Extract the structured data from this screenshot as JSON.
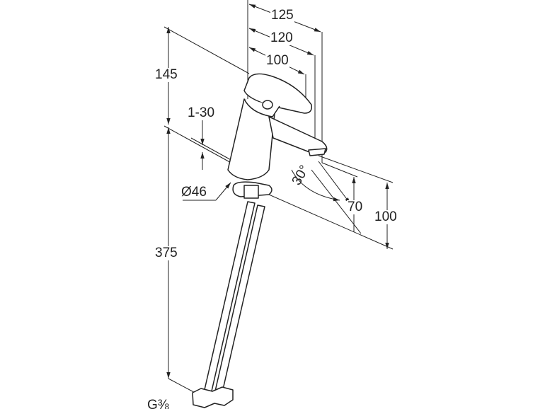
{
  "drawing": {
    "dimensions": {
      "width_125": "125",
      "width_120": "120",
      "width_100": "100",
      "height_145": "145",
      "range_1_30": "1-30",
      "diameter_46": "Ø46",
      "angle_30": "30°",
      "height_70": "70",
      "height_100": "100",
      "height_375": "375",
      "thread": "G⅜"
    }
  }
}
